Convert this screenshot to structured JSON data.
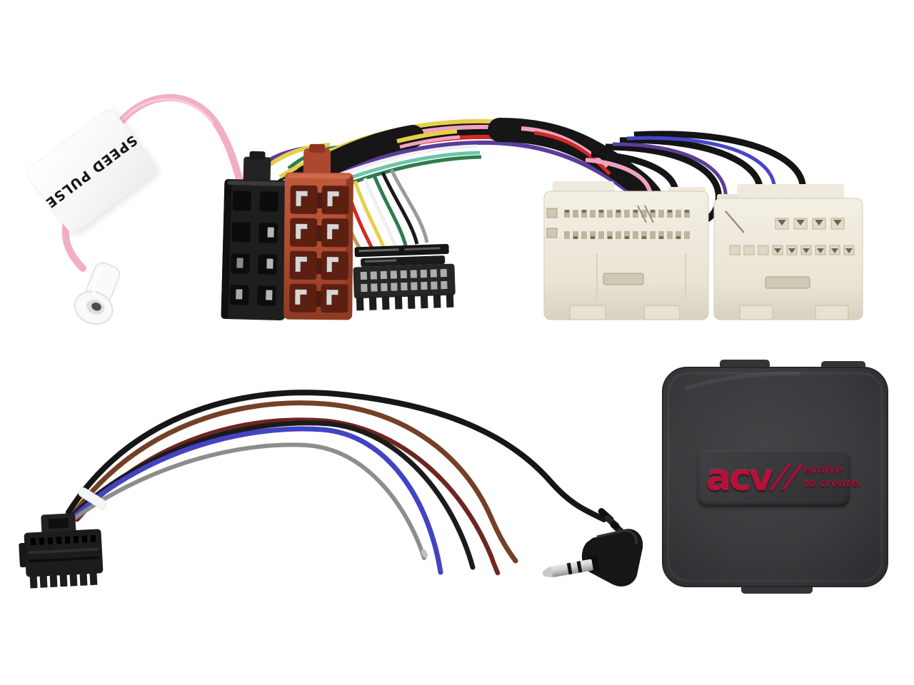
{
  "image": {
    "type": "product-photo",
    "subject": "ACV steering wheel control interface kit with wiring harnesses and connectors",
    "background_color": "#ffffff"
  },
  "labels": {
    "speed_pulse_tag": "SPEED PULSE"
  },
  "interface_box": {
    "brand": "acv",
    "slashes": "//",
    "slogan_line1": "evolve",
    "slogan_line2": "to create.",
    "logo_color": "#b8103a",
    "body_color": "#3b3b3d",
    "plaque_color": "#37373a"
  },
  "palette": {
    "background": "#ffffff",
    "pink_wire": "#f2aec8",
    "iso_connector_black": "#1e1e1e",
    "iso_connector_red": "#b04b31",
    "vehicle_connector_ivory": "#ece7da",
    "head_unit_connector_black": "#262626",
    "metal_pin_silver": "#c9c9c9",
    "harness_wire_colors": [
      "#e6cf4a",
      "#f0a2c0",
      "#cf2b24",
      "#5a3d9a",
      "#6cc6a9",
      "#f0f0f0",
      "#2f7c4c",
      "#9b9b9b",
      "#1a1a1a"
    ],
    "swc_wire_colors": [
      "#744026",
      "#6f2521",
      "#4343c4",
      "#8d8d8d",
      "#1b1b1b"
    ]
  },
  "components": [
    "speed-pulse-label",
    "speed-pulse-wire",
    "crimp-terminal",
    "iso-connector-black",
    "iso-connector-red",
    "main-wire-harness",
    "head-unit-connector",
    "vehicle-connector-left",
    "vehicle-connector-right",
    "swc-harness-connector",
    "swc-wires",
    "aux-jack-plug",
    "acv-interface-box"
  ]
}
